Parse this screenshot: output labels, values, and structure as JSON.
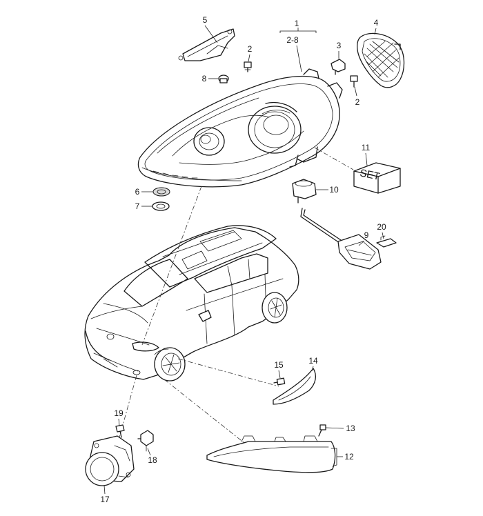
{
  "labels": {
    "part_1": "1",
    "part_1_range": "2-8",
    "part_2a": "2",
    "part_2b": "2",
    "part_3": "3",
    "part_4": "4",
    "part_5": "5",
    "part_6": "6",
    "part_7": "7",
    "part_8": "8",
    "part_9": "9",
    "part_10": "10",
    "part_11": "11",
    "part_12": "12",
    "part_13": "13",
    "part_14": "14",
    "part_15": "15",
    "part_17": "17",
    "part_18": "18",
    "part_19": "19",
    "part_20": "20",
    "set_box": "SET"
  },
  "icons": {
    "headlight": "headlight-assembly-icon",
    "vehicle": "suv-vehicle-icon",
    "fog_light": "fog-light-icon",
    "side_marker": "side-marker-light-icon",
    "bumper_trim": "bumper-light-strip-icon"
  },
  "colors": {
    "line": "#1a1a1a",
    "background": "#ffffff",
    "shade": "#d9d9d9"
  }
}
